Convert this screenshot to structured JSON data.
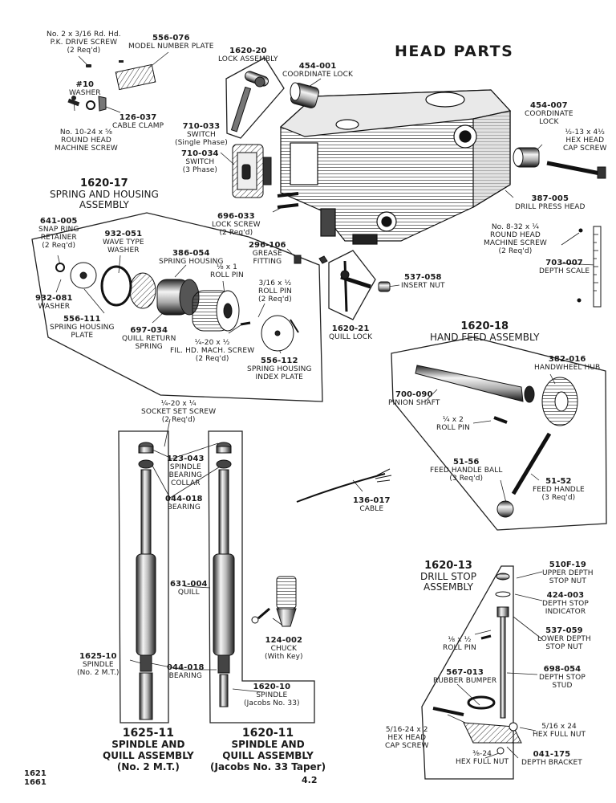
{
  "title": "HEAD PARTS",
  "page_number": "4.2",
  "models": [
    "1621",
    "1661"
  ],
  "parts": {
    "drive_screw": {
      "part": "",
      "lines": [
        "No. 2 x 3/16 Rd. Hd.",
        "P.K. DRIVE SCREW",
        "(2 Req'd)"
      ]
    },
    "model_plate": {
      "part": "556-076",
      "lines": [
        "MODEL NUMBER PLATE"
      ]
    },
    "lock_assembly": {
      "part": "1620-20",
      "lines": [
        "LOCK ASSEMBLY"
      ]
    },
    "coordinate_lock_a": {
      "part": "454-001",
      "lines": [
        "COORDINATE LOCK"
      ]
    },
    "washer_10": {
      "part": "#10",
      "lines": [
        "WASHER"
      ]
    },
    "cable_clamp": {
      "part": "126-037",
      "lines": [
        "CABLE CLAMP"
      ]
    },
    "machine_screw_10": {
      "part": "",
      "lines": [
        "No. 10-24 x ⅝",
        "ROUND HEAD",
        "MACHINE SCREW"
      ]
    },
    "switch_single": {
      "part": "710-033",
      "lines": [
        "SWITCH",
        "(Single Phase)"
      ]
    },
    "switch_three": {
      "part": "710-034",
      "lines": [
        "SWITCH",
        "(3 Phase)"
      ]
    },
    "coordinate_lock_b": {
      "part": "454-007",
      "lines": [
        "COORDINATE",
        "LOCK"
      ]
    },
    "hex_cap_screw": {
      "part": "",
      "lines": [
        "½-13 x 4½",
        "HEX HEAD",
        "CAP SCREW"
      ]
    },
    "drill_press_head": {
      "part": "387-005",
      "lines": [
        "DRILL PRESS HEAD"
      ]
    },
    "lock_screw": {
      "part": "696-033",
      "lines": [
        "LOCK SCREW",
        "(2 Req'd)"
      ]
    },
    "grease_fitting": {
      "part": "296-106",
      "lines": [
        "GREASE",
        "FITTING"
      ]
    },
    "round_head_832": {
      "part": "",
      "lines": [
        "No. 8-32 x ¼",
        "ROUND HEAD",
        "MACHINE SCREW",
        "(2 Req'd)"
      ]
    },
    "depth_scale": {
      "part": "703-007",
      "lines": [
        "DEPTH SCALE"
      ]
    },
    "insert_nut": {
      "part": "537-058",
      "lines": [
        "INSERT NUT"
      ]
    },
    "quill_lock": {
      "part": "1620-21",
      "lines": [
        "QUILL LOCK"
      ]
    },
    "snap_ring": {
      "part": "641-005",
      "lines": [
        "SNAP RING",
        "RETAINER",
        "(2 Req'd)"
      ]
    },
    "wave_washer": {
      "part": "932-051",
      "lines": [
        "WAVE TYPE",
        "WASHER"
      ]
    },
    "spring_housing": {
      "part": "386-054",
      "lines": [
        "SPRING HOUSING"
      ]
    },
    "roll_pin_1": {
      "part": "",
      "lines": [
        "⅛ x 1",
        "ROLL PIN"
      ]
    },
    "roll_pin_316": {
      "part": "",
      "lines": [
        "3/16 x ½",
        "ROLL PIN",
        "(2 Req'd)"
      ]
    },
    "washer_932": {
      "part": "932-081",
      "lines": [
        "WASHER"
      ]
    },
    "spring_housing_plate": {
      "part": "556-111",
      "lines": [
        "SPRING HOUSING",
        "PLATE"
      ]
    },
    "quill_return_spring": {
      "part": "697-034",
      "lines": [
        "QUILL RETURN",
        "SPRING"
      ]
    },
    "fil_screw": {
      "part": "",
      "lines": [
        "¼-20 x ½",
        "FIL. HD. MACH. SCREW",
        "(2 Req'd)"
      ]
    },
    "index_plate": {
      "part": "556-112",
      "lines": [
        "SPRING HOUSING",
        "INDEX PLATE"
      ]
    },
    "pinion_shaft": {
      "part": "700-090",
      "lines": [
        "PINION SHAFT"
      ]
    },
    "handwheel_hub": {
      "part": "382-016",
      "lines": [
        "HANDWHEEL HUB"
      ]
    },
    "roll_pin_2": {
      "part": "",
      "lines": [
        "¼ x 2",
        "ROLL PIN"
      ]
    },
    "handle_ball": {
      "part": "51-56",
      "lines": [
        "FEED HANDLE BALL",
        "(3 Req'd)"
      ]
    },
    "feed_handle": {
      "part": "51-52",
      "lines": [
        "FEED HANDLE",
        "(3 Req'd)"
      ]
    },
    "cable": {
      "part": "136-017",
      "lines": [
        "CABLE"
      ]
    },
    "set_screw": {
      "part": "",
      "lines": [
        "¼-20 x ¼",
        "SOCKET SET SCREW",
        "(2 Req'd)"
      ]
    },
    "bearing_collar": {
      "part": "123-043",
      "lines": [
        "SPINDLE",
        "BEARING",
        "COLLAR"
      ]
    },
    "bearing_upper": {
      "part": "044-018",
      "lines": [
        "BEARING"
      ]
    },
    "quill": {
      "part": "631-004",
      "lines": [
        "QUILL"
      ]
    },
    "chuck": {
      "part": "124-002",
      "lines": [
        "CHUCK",
        "(With Key)"
      ]
    },
    "spindle_2mt": {
      "part": "1625-10",
      "lines": [
        "SPINDLE",
        "(No. 2 M.T.)"
      ]
    },
    "bearing_lower": {
      "part": "044-018",
      "lines": [
        "BEARING"
      ]
    },
    "spindle_jacobs": {
      "part": "1620-10",
      "lines": [
        "SPINDLE",
        "(Jacobs No. 33)"
      ]
    },
    "upper_stop_nut": {
      "part": "510F-19",
      "lines": [
        "UPPER DEPTH",
        "STOP NUT"
      ]
    },
    "stop_indicator": {
      "part": "424-003",
      "lines": [
        "DEPTH STOP",
        "INDICATOR"
      ]
    },
    "lower_stop_nut": {
      "part": "537-059",
      "lines": [
        "LOWER DEPTH",
        "STOP NUT"
      ]
    },
    "roll_pin_half": {
      "part": "",
      "lines": [
        "⅛ x ½",
        "ROLL PIN"
      ]
    },
    "rubber_bumper": {
      "part": "567-013",
      "lines": [
        "RUBBER BUMPER"
      ]
    },
    "stop_stud": {
      "part": "698-054",
      "lines": [
        "DEPTH STOP",
        "STUD"
      ]
    },
    "cap_screw_516": {
      "part": "",
      "lines": [
        "5/16-24 x 2",
        "HEX HEAD",
        "CAP SCREW"
      ]
    },
    "hex_nut_516": {
      "part": "",
      "lines": [
        "5/16 x 24",
        "HEX FULL NUT"
      ]
    },
    "hex_nut_38": {
      "part": "",
      "lines": [
        "⅜-24",
        "HEX FULL NUT"
      ]
    },
    "depth_bracket": {
      "part": "041-175",
      "lines": [
        "DEPTH BRACKET"
      ]
    }
  },
  "assemblies": {
    "spring_housing_asm": {
      "part": "1620-17",
      "lines": [
        "SPRING AND HOUSING",
        "ASSEMBLY"
      ]
    },
    "hand_feed_asm": {
      "part": "1620-18",
      "lines": [
        "HAND FEED ASSEMBLY"
      ]
    },
    "drill_stop_asm": {
      "part": "1620-13",
      "lines": [
        "DRILL STOP",
        "ASSEMBLY"
      ]
    },
    "quill_asm_2mt": {
      "part": "1625-11",
      "lines": [
        "SPINDLE AND",
        "QUILL ASSEMBLY",
        "(No. 2 M.T.)"
      ]
    },
    "quill_asm_jacobs": {
      "part": "1620-11",
      "lines": [
        "SPINDLE AND",
        "QUILL ASSEMBLY",
        "(Jacobs No. 33 Taper)"
      ]
    }
  }
}
